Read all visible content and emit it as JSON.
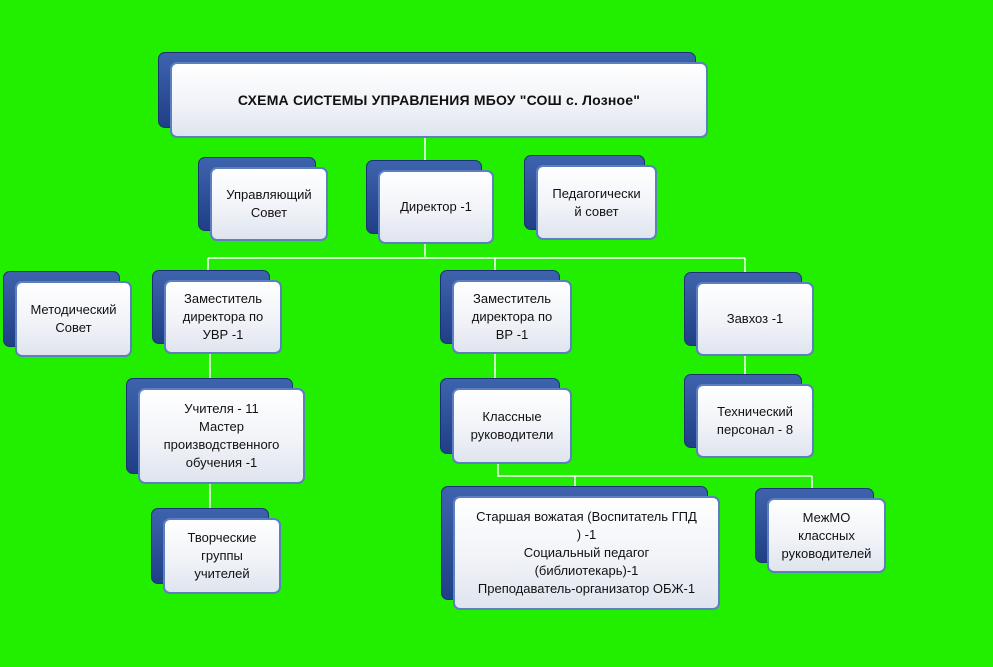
{
  "diagram": {
    "title": "СХЕМА СИСТЕМЫ УПРАВЛЕНИЯ МБОУ \"СОШ с. Лозное\"",
    "nodes": {
      "governing_council": "Управляющий\nСовет",
      "director": "Директор -1",
      "pedagogical_council": "Педагогически\nй совет",
      "methodical_council": "Методический\nСовет",
      "deputy_uvr": "Заместитель\nдиректора по\nУВР -1",
      "deputy_vr": "Заместитель\nдиректора по\nВР -1",
      "supply_manager": "Завхоз -1",
      "teachers": "Учителя - 11\nМастер\nпроизводственного\nобучения -1",
      "class_teachers": "Классные\nруководители",
      "technical_staff": "Технический\nперсонал - 8",
      "creative_groups": "Творческие\nгруппы\nучителей",
      "counselors": "Старшая вожатая (Воспитатель ГПД\n) -1\nСоциальный педагог\n(библиотекарь)-1\nПреподаватель-организатор ОБЖ-1",
      "inter_school_mo": "МежМО\nклассных\nруководителей"
    }
  },
  "colors": {
    "background": "#22ee00",
    "node_back": "#2a4c96",
    "node_border": "#5b7fc0",
    "connector": "#ffffff"
  }
}
